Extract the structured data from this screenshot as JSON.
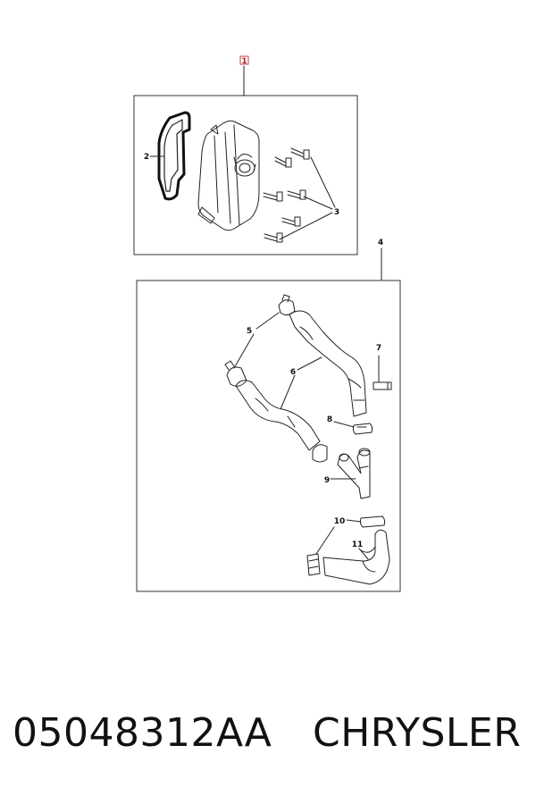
{
  "diagram": {
    "callouts": {
      "c1": "1",
      "c2": "2",
      "c3": "3",
      "c4": "4",
      "c5": "5",
      "c6": "6",
      "c7": "7",
      "c8": "8",
      "c9": "9",
      "c10": "10",
      "c11": "11"
    }
  },
  "footer": {
    "part_number": "05048312AA",
    "brand": "CHRYSLER"
  }
}
